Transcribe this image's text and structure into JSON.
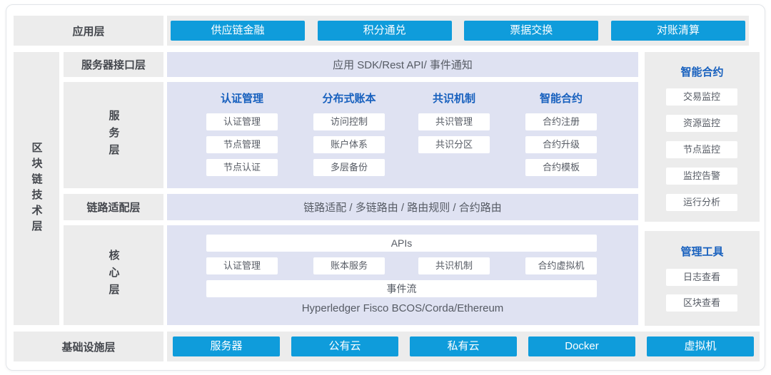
{
  "colors": {
    "accent_blue": "#0f9cdb",
    "header_blue": "#1760be",
    "lavender_panel": "#dfe2f2",
    "gray_panel": "#ececec"
  },
  "app_layer": {
    "label": "应用层",
    "buttons": [
      "供应链金融",
      "积分通兑",
      "票据交换",
      "对账清算"
    ]
  },
  "blockchain_layer": {
    "label": "区块链技术层",
    "interface_layer": {
      "label": "服务器接口层",
      "content": "应用 SDK/Rest API/ 事件通知"
    },
    "service_layer": {
      "label": "服务层",
      "columns": [
        {
          "header": "认证管理",
          "items": [
            "认证管理",
            "节点管理",
            "节点认证"
          ]
        },
        {
          "header": "分布式账本",
          "items": [
            "访问控制",
            "账户体系",
            "多层备份"
          ]
        },
        {
          "header": "共识机制",
          "items": [
            "共识管理",
            "共识分区"
          ]
        },
        {
          "header": "智能合约",
          "items": [
            "合约注册",
            "合约升级",
            "合约模板"
          ]
        }
      ]
    },
    "link_layer": {
      "label": "链路适配层",
      "content": "链路适配 / 多链路由 / 路由规则 / 合约路由"
    },
    "core_layer": {
      "label": "核心层",
      "api_bar": "APIs",
      "modules": [
        "认证管理",
        "账本服务",
        "共识机制",
        "合约虚拟机"
      ],
      "event_bar": "事件流",
      "platforms": "Hyperledger Fisco BCOS/Corda/Ethereum"
    }
  },
  "sidebar": {
    "smart_contract_panel": {
      "header": "智能合约",
      "items": [
        "交易监控",
        "资源监控",
        "节点监控",
        "监控告警",
        "运行分析"
      ]
    },
    "management_tools_panel": {
      "header": "管理工具",
      "items": [
        "日志查看",
        "区块查看"
      ]
    }
  },
  "infrastructure_layer": {
    "label": "基础设施层",
    "buttons": [
      "服务器",
      "公有云",
      "私有云",
      "Docker",
      "虚拟机"
    ]
  }
}
